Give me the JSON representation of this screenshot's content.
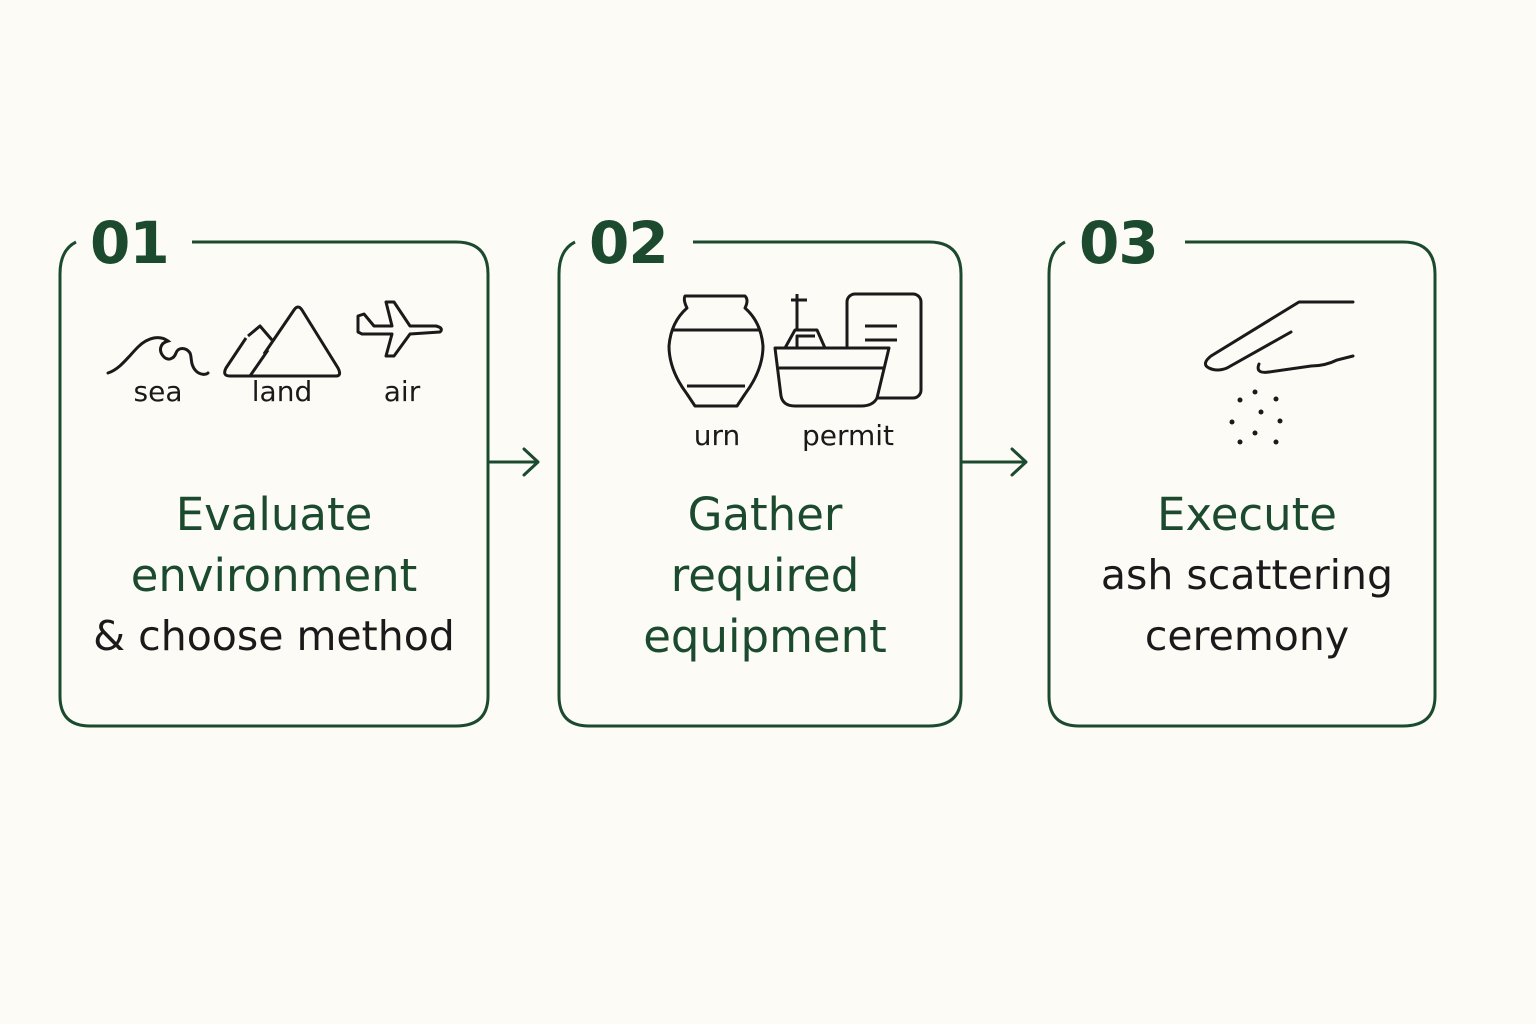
{
  "colors": {
    "accent": "#1c4a2e",
    "text": "#1a1a1a",
    "background": "#fcfbf6"
  },
  "steps": [
    {
      "number": "01",
      "icons": [
        {
          "name": "wave-icon",
          "label": "sea"
        },
        {
          "name": "mountain-icon",
          "label": "land"
        },
        {
          "name": "airplane-icon",
          "label": "air"
        }
      ],
      "title_lines": [
        "Evaluate",
        "environment",
        "& choose method"
      ]
    },
    {
      "number": "02",
      "icons": [
        {
          "name": "urn-icon",
          "label": "urn"
        },
        {
          "name": "boat-document-icon",
          "label": "permit"
        }
      ],
      "title_lines": [
        "Gather",
        "required",
        "equipment"
      ]
    },
    {
      "number": "03",
      "icons": [
        {
          "name": "hand-scattering-icon",
          "label": ""
        }
      ],
      "title_lines": [
        "Execute",
        "ash scattering",
        "ceremony"
      ]
    }
  ]
}
